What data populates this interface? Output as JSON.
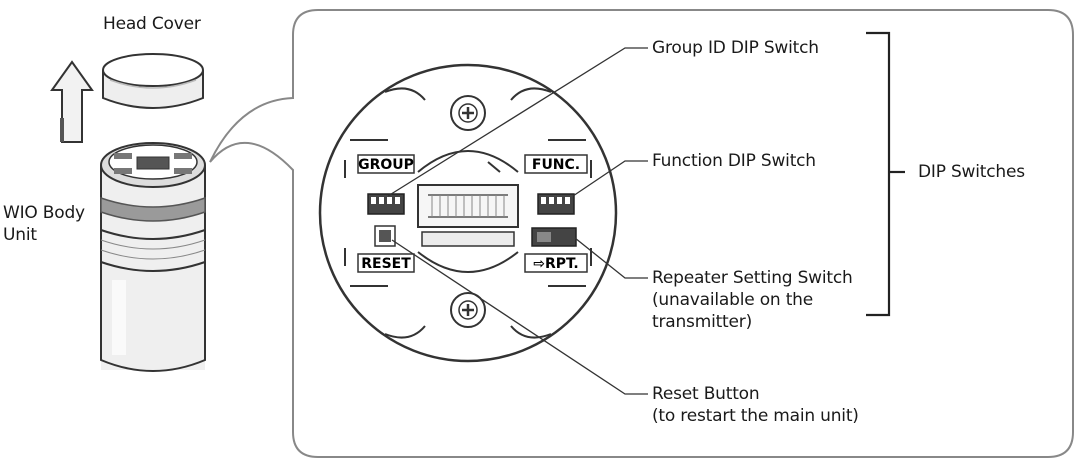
{
  "labels": {
    "head_cover": "Head Cover",
    "body_unit": [
      "WIO Body",
      "Unit"
    ],
    "group_id_dip": "Group ID DIP Switch",
    "function_dip": "Function DIP Switch",
    "repeater": [
      "Repeater Setting Switch",
      "(unavailable on the",
      "transmitter)"
    ],
    "reset_button": [
      "Reset Button",
      "(to restart the main unit)"
    ],
    "dip_switches": "DIP Switches"
  },
  "panel_marks": {
    "group": "GROUP",
    "func": "FUNC.",
    "reset": "RESET",
    "rpt": "⇨RPT."
  }
}
